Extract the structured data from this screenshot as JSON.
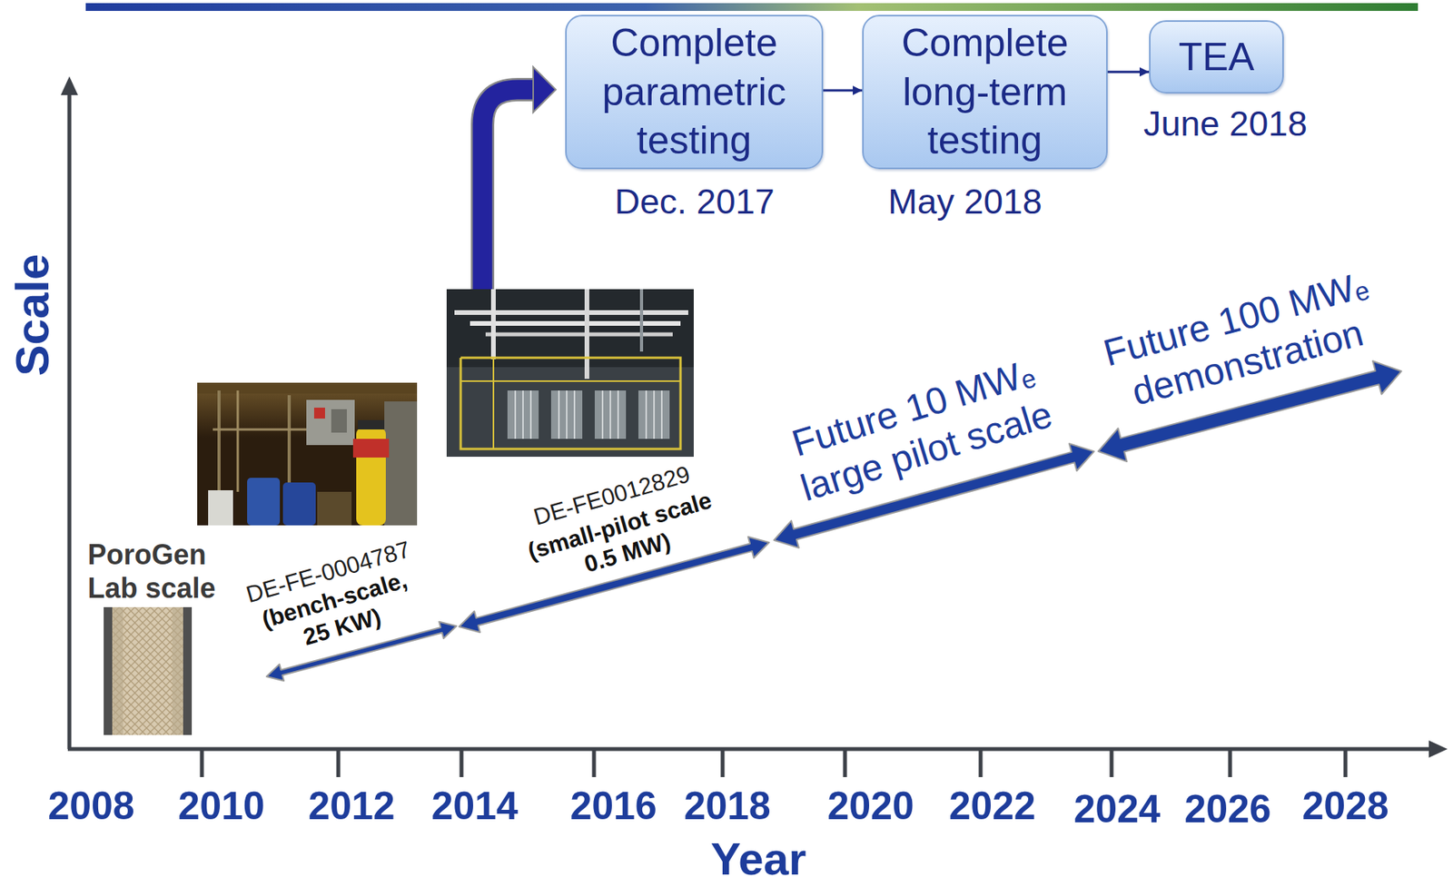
{
  "diagram": {
    "nodes": [
      {
        "text": [
          "Complete parametric testing"
        ]
      },
      {
        "text": [
          "Complete long-term testing"
        ]
      },
      {
        "text": [
          "TEA"
        ]
      }
    ],
    "edges": [
      {
        "from": 0,
        "to": 1,
        "arrow": "to"
      },
      {
        "from": 1,
        "to": 2,
        "arrow": "to"
      }
    ],
    "labels": [
      "Dec. 2017",
      "May 2018",
      "June 2018",
      "PoroGen Lab scale",
      "DE-FE-0004787",
      "(bench-scale, 25 KW)",
      "DE-FE0012829",
      "(small-pilot scale 0.5 MW)",
      "Future 10 MWₑ large pilot scale",
      "Future 100 MWₑ demonstration",
      "Scale",
      "2008",
      "2010",
      "2012",
      "2014",
      "2016",
      "2018",
      "2020",
      "2022",
      "2024",
      "2026",
      "2028",
      "Year"
    ]
  }
}
